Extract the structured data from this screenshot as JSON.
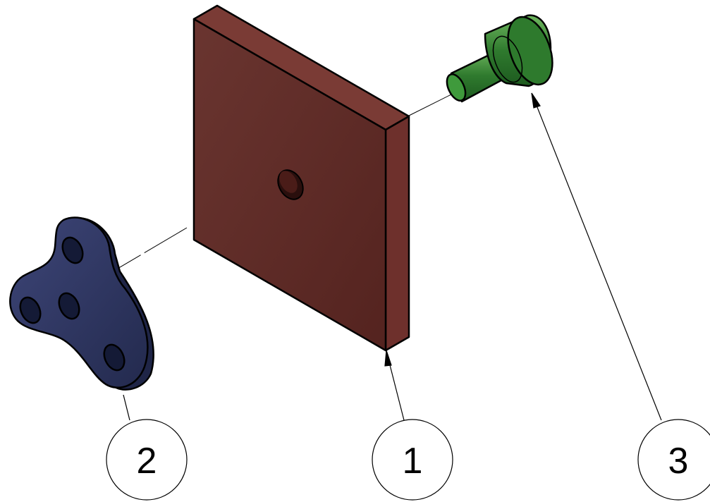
{
  "diagram": {
    "parts": [
      {
        "id": "plate",
        "balloon": "1",
        "color": "#5e2a26"
      },
      {
        "id": "three-hole-bracket",
        "balloon": "2",
        "color": "#2e355e"
      },
      {
        "id": "shoulder-screw",
        "balloon": "3",
        "color": "#2f7a2e"
      }
    ]
  }
}
